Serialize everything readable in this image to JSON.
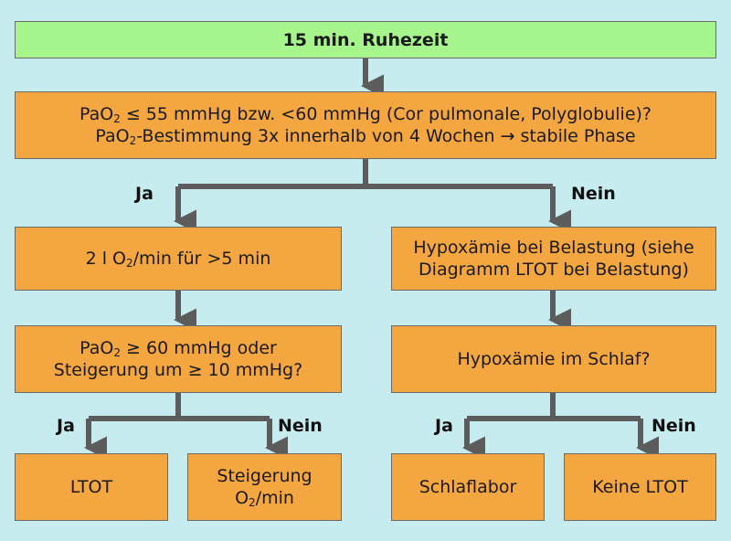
{
  "colors": {
    "background": "#c6ecf0",
    "start_box": "#a6f48c",
    "process_box": "#f4a640",
    "connector": "#5c5c5c"
  },
  "nodes": {
    "rest": {
      "text": "15 min. Ruhezeit"
    },
    "pao2_check": {
      "line1_a": "PaO",
      "line1_sub": "2",
      "line1_b": " ≤ 55 mmHg bzw. <60 mmHg (Cor pulmonale, Polyglobulie)?",
      "line2_a": "PaO",
      "line2_sub": "2",
      "line2_b": "-Bestimmung 3x innerhalb von 4 Wochen → stabile Phase"
    },
    "o2_trial": {
      "a": "2 l O",
      "sub": "2",
      "b": "/min für >5 min"
    },
    "exercise_hypox": {
      "line1": "Hypoxämie bei Belastung (siehe",
      "line2": "Diagramm LTOT bei Belastung)"
    },
    "pao2_response": {
      "line1_a": "PaO",
      "line1_sub": "2",
      "line1_b": " ≥ 60 mmHg oder",
      "line2": "Steigerung um ≥ 10 mmHg?"
    },
    "sleep_hypox": {
      "text": "Hypoxämie im Schlaf?"
    },
    "ltot": {
      "text": "LTOT"
    },
    "increase_o2": {
      "line1": "Steigerung",
      "line2_a": "O",
      "line2_sub": "2",
      "line2_b": "/min"
    },
    "sleep_lab": {
      "text": "Schlaflabor"
    },
    "no_ltot": {
      "text": "Keine LTOT"
    }
  },
  "labels": {
    "ja": "Ja",
    "nein": "Nein"
  }
}
